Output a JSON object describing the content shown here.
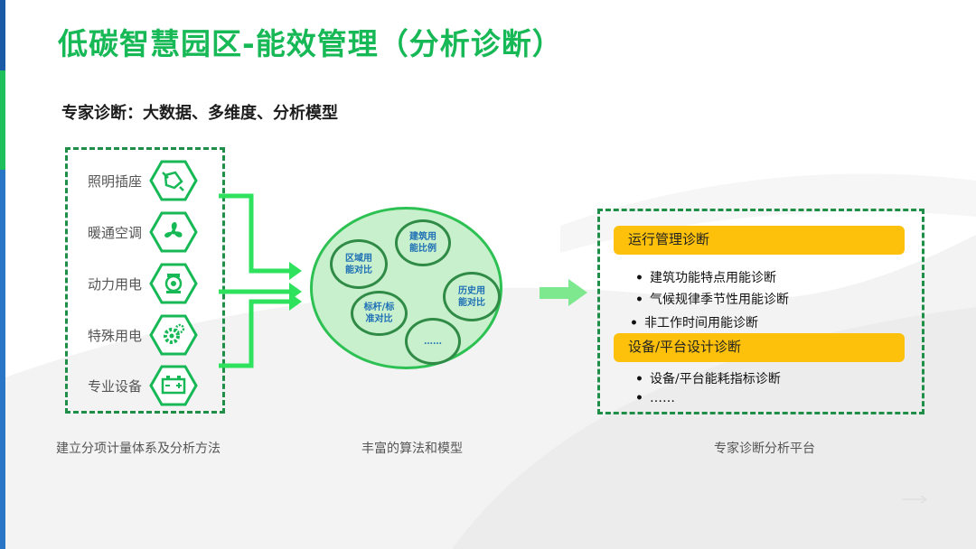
{
  "title": "低碳智慧园区-能效管理（分析诊断）",
  "subtitle": "专家诊断：大数据、多维度、分析模型",
  "left_panel": {
    "categories": [
      {
        "label": "照明插座",
        "icon": "plug-icon"
      },
      {
        "label": "暖通空调",
        "icon": "fan-icon"
      },
      {
        "label": "动力用电",
        "icon": "motor-icon"
      },
      {
        "label": "特殊用电",
        "icon": "gear-icon"
      },
      {
        "label": "专业设备",
        "icon": "battery-icon"
      }
    ],
    "caption": "建立分项计量体系及分析方法"
  },
  "center": {
    "circles": [
      {
        "label": "建筑用\n能比例"
      },
      {
        "label": "区域用\n能对比"
      },
      {
        "label": "历史用\n能对比"
      },
      {
        "label": "标杆/标\n准对比"
      },
      {
        "label": "……"
      }
    ],
    "caption": "丰富的算法和模型"
  },
  "right_panel": {
    "sections": [
      {
        "title": "运行管理诊断",
        "items": [
          "建筑功能特点用能诊断",
          "气候规律季节性用能诊断",
          "非工作时间用能诊断"
        ]
      },
      {
        "title": "设备/平台设计诊断",
        "items": [
          "设备/平台能耗指标诊断",
          "……"
        ]
      }
    ],
    "caption": "专家诊断分析平台"
  },
  "colors": {
    "brand_green": "#17b856",
    "dark_green": "#1f8e46",
    "highlight_yellow": "#fdc10c",
    "accent_blue": "#1d6fb5"
  }
}
